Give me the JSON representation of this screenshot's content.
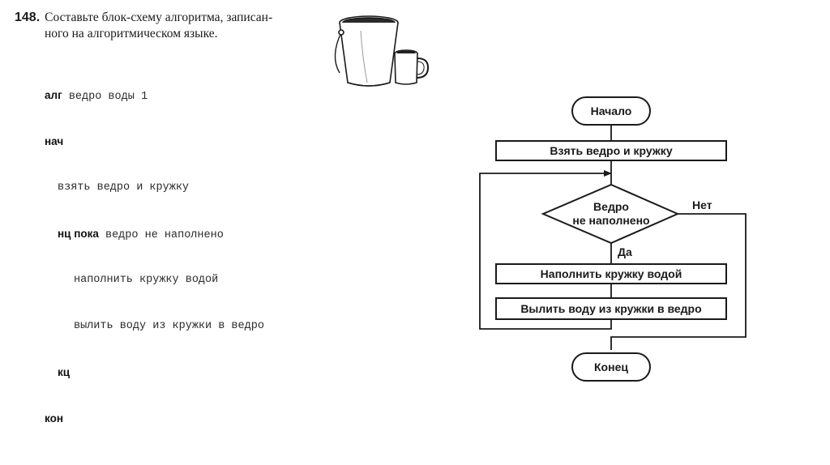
{
  "task": {
    "number": "148.",
    "text_line1": "Составьте блок-схему алгоритма, записан-",
    "text_line2": "ного на алгоритмическом языке."
  },
  "code": {
    "alg_kw": "алг",
    "alg_name": "ведро воды 1",
    "begin_kw": "нач",
    "take": "взять ведро и кружку",
    "loop_kw": "нц пока",
    "loop_cond": "ведро не наполнено",
    "fill": "наполнить кружку водой",
    "pour": "вылить воду из кружки в ведро",
    "loop_end_kw": "кц",
    "end_kw": "кон"
  },
  "illustration": {
    "bucket_icon": "bucket-icon",
    "mug_icon": "mug-icon"
  },
  "flowchart": {
    "start": "Начало",
    "take": "Взять ведро и кружку",
    "condition_line1": "Ведро",
    "condition_line2": "не наполнено",
    "no_label": "Нет",
    "yes_label": "Да",
    "fill": "Наполнить кружку водой",
    "pour": "Вылить воду из кружки в ведро",
    "end": "Конец"
  }
}
